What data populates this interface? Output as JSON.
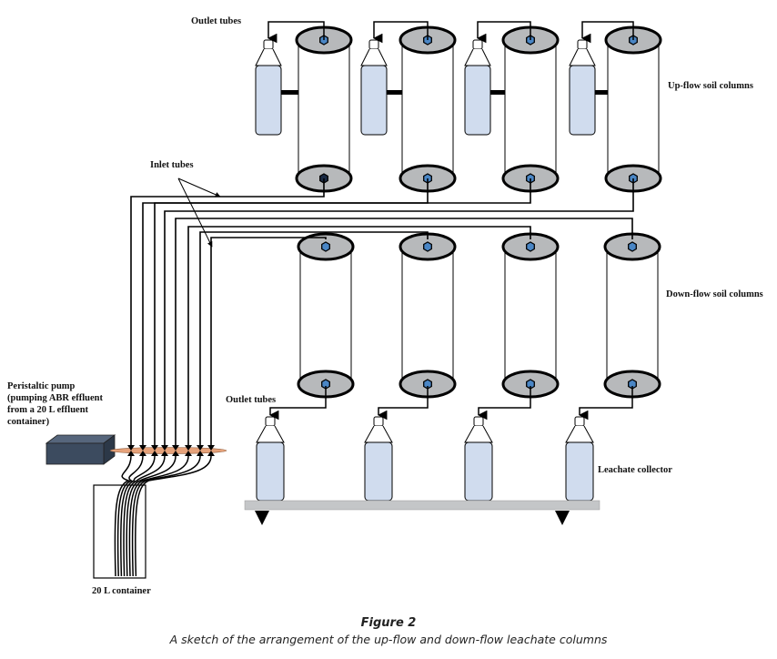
{
  "figure": {
    "title": "Figure 2",
    "caption": "A sketch of the arrangement of the up-flow and down-flow leachate columns"
  },
  "labels": {
    "outlet_tubes_top": "Outlet tubes",
    "upflow_columns": "Up-flow  soil columns",
    "inlet_tubes": "Inlet tubes",
    "downflow_columns": "Down-flow  soil columns",
    "pump_line1": "Peristaltic pump",
    "pump_line2": "(pumping  ABR effluent",
    "pump_line3": "from a 20 L effluent",
    "pump_line4": "container)",
    "outlet_tubes_bottom": "Outlet tubes",
    "leachate_collector": "Leachate collector",
    "container": "20 L container"
  },
  "components": {
    "upflow_column_count": 4,
    "downflow_column_count": 4,
    "inlet_tube_count": 8,
    "leachate_collector_count": 4
  },
  "colors": {
    "cap_fill": "#b7b9bb",
    "port_fill": "#4a86c5",
    "bottle_fill": "#d0dcee",
    "pump_fill": "#3c4b5f",
    "pump_tube_fill": "#e6a27a",
    "shelf_fill": "#c4c6c8"
  }
}
